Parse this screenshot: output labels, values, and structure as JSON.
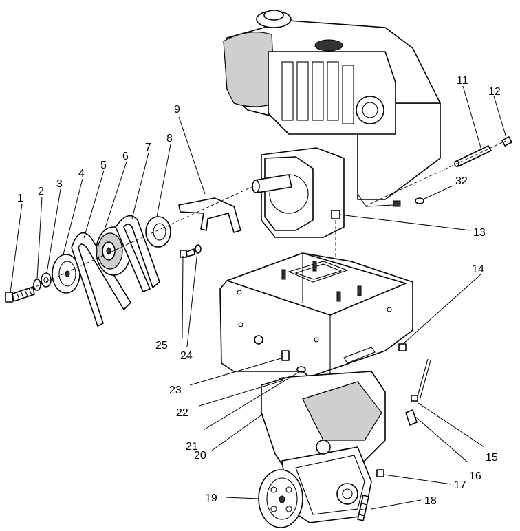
{
  "callouts": [
    "1",
    "2",
    "3",
    "4",
    "5",
    "6",
    "7",
    "8",
    "9",
    "11",
    "12",
    "13",
    "14",
    "15",
    "16",
    "17",
    "18",
    "19",
    "20",
    "21",
    "22",
    "23",
    "24",
    "25",
    "32"
  ]
}
